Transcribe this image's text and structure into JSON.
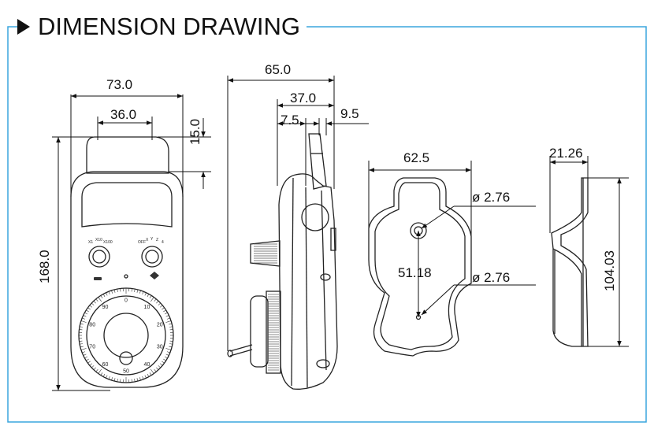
{
  "header": {
    "title": "DIMENSION DRAWING",
    "accent": "#3aa6dd"
  },
  "front_view": {
    "width": "73.0",
    "handle_width": "36.0",
    "handle_height": "15.0",
    "height": "168.0",
    "dial_marks": [
      "0",
      "10",
      "20",
      "30",
      "40",
      "50",
      "60",
      "70",
      "80",
      "90"
    ],
    "knob_left_labels": [
      "X1",
      "X10",
      "X100"
    ],
    "knob_right_labels": [
      "OFF",
      "X",
      "Y",
      "Z",
      "4"
    ]
  },
  "side_view": {
    "depth": "65.0",
    "d1": "37.0",
    "d2": "7.5",
    "d3": "9.5"
  },
  "bracket_front": {
    "width": "62.5",
    "hole_top": "ø 2.76",
    "hole_spacing": "51.18",
    "hole_bottom": "ø 2.76"
  },
  "bracket_side": {
    "depth": "21.26",
    "height": "104.03"
  }
}
